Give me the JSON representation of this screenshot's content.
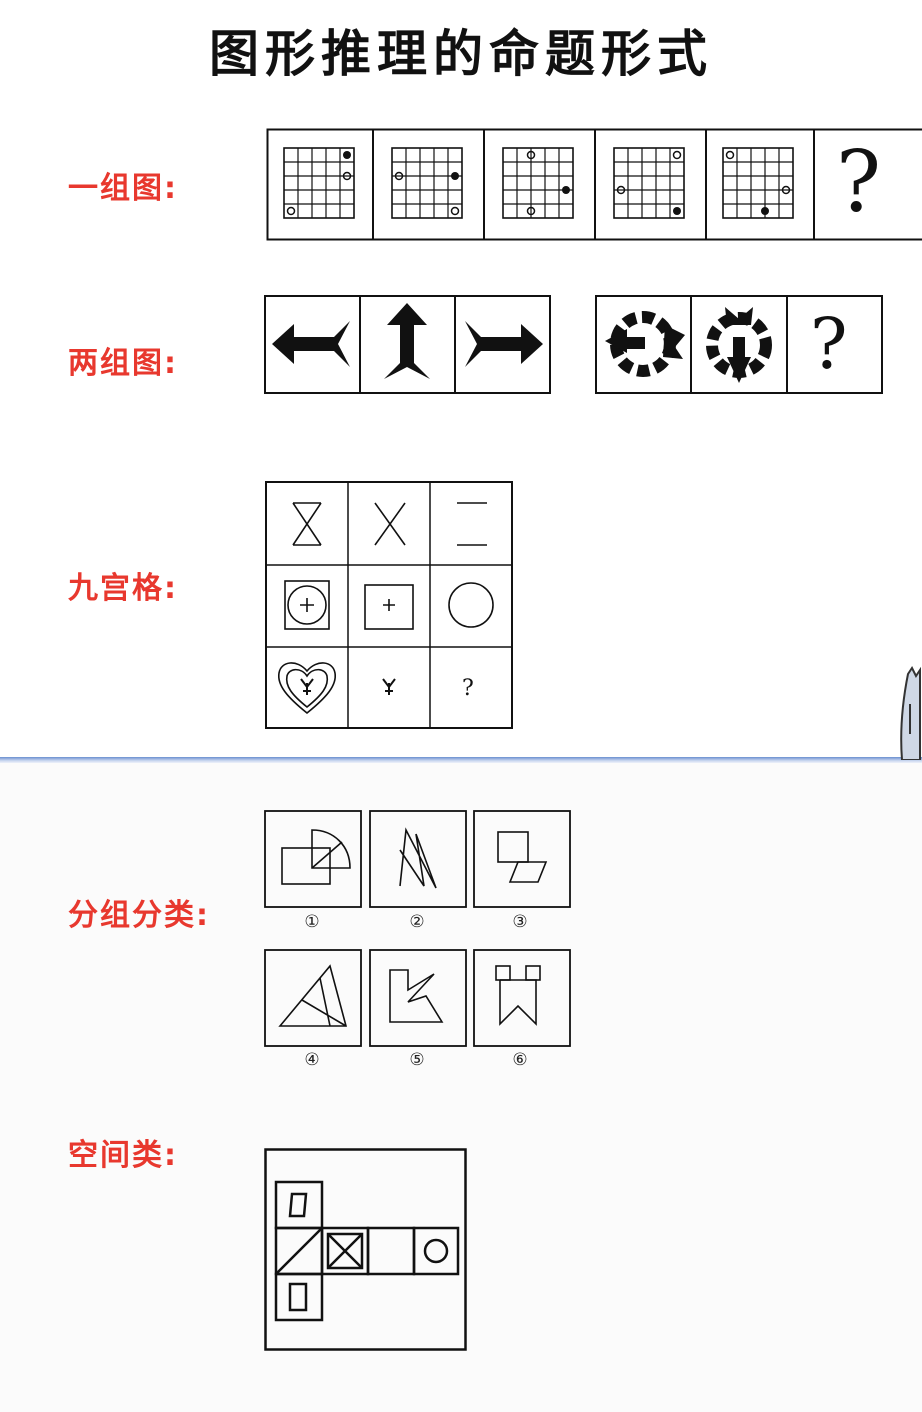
{
  "title": "图形推理的命题形式",
  "labels": {
    "group1": "一组图:",
    "group2": "两组图:",
    "grid9": "九宫格:",
    "classify": "分组分类:",
    "spatial": "空间类:"
  },
  "question_mark": "?",
  "classify_numbers": [
    "①",
    "②",
    "③",
    "④",
    "⑤",
    "⑥"
  ],
  "colors": {
    "label": "#e8382e",
    "line": "#111111",
    "divider": "#6a8fd0"
  },
  "icons": [
    "grid-dot-figure",
    "arrow-figure",
    "ring-arrow-figure",
    "hourglass-figure",
    "heart-figure",
    "net-figure"
  ]
}
